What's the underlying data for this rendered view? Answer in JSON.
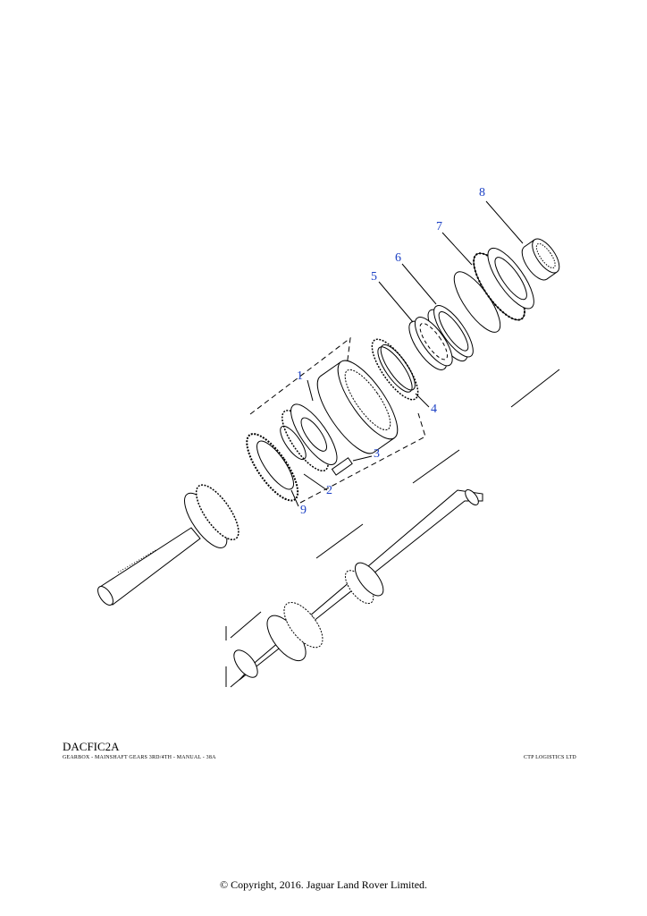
{
  "callouts": [
    "1",
    "2",
    "3",
    "4",
    "5",
    "6",
    "7",
    "8",
    "9"
  ],
  "footer": {
    "code": "DACFIC2A",
    "description": "GEARBOX - MAINSHAFT GEARS 3RD/4TH - MANUAL - 38A",
    "publisher": "CTP LOGISTICS LTD"
  },
  "copyright": "© Copyright, 2016. Jaguar Land Rover Limited.",
  "colors": {
    "callout": "#1a3fc4",
    "line": "#000000"
  }
}
